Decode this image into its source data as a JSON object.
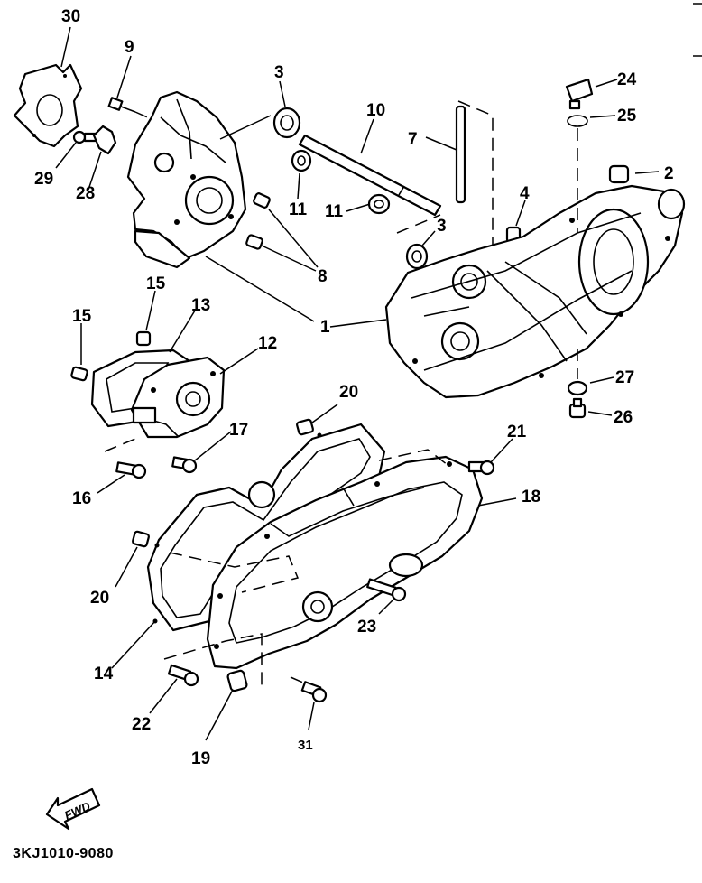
{
  "diagram": {
    "callouts": [
      {
        "id": "c1",
        "text": "1"
      },
      {
        "id": "c2",
        "text": "2"
      },
      {
        "id": "c3a",
        "text": "3"
      },
      {
        "id": "c3b",
        "text": "3"
      },
      {
        "id": "c4",
        "text": "4"
      },
      {
        "id": "c7",
        "text": "7"
      },
      {
        "id": "c8",
        "text": "8"
      },
      {
        "id": "c9",
        "text": "9"
      },
      {
        "id": "c10",
        "text": "10"
      },
      {
        "id": "c11a",
        "text": "11"
      },
      {
        "id": "c11b",
        "text": "11"
      },
      {
        "id": "c12",
        "text": "12"
      },
      {
        "id": "c13",
        "text": "13"
      },
      {
        "id": "c14",
        "text": "14"
      },
      {
        "id": "c15a",
        "text": "15"
      },
      {
        "id": "c15b",
        "text": "15"
      },
      {
        "id": "c16",
        "text": "16"
      },
      {
        "id": "c17",
        "text": "17"
      },
      {
        "id": "c18",
        "text": "18"
      },
      {
        "id": "c19",
        "text": "19"
      },
      {
        "id": "c20a",
        "text": "20"
      },
      {
        "id": "c20b",
        "text": "20"
      },
      {
        "id": "c21",
        "text": "21"
      },
      {
        "id": "c22",
        "text": "22"
      },
      {
        "id": "c23",
        "text": "23"
      },
      {
        "id": "c24",
        "text": "24"
      },
      {
        "id": "c25",
        "text": "25"
      },
      {
        "id": "c26",
        "text": "26"
      },
      {
        "id": "c27",
        "text": "27"
      },
      {
        "id": "c28",
        "text": "28"
      },
      {
        "id": "c29",
        "text": "29"
      },
      {
        "id": "c30",
        "text": "30"
      },
      {
        "id": "c31",
        "text": "31"
      }
    ],
    "fwd_label": "FWD",
    "diagram_code": "3KJ1010-9080"
  }
}
